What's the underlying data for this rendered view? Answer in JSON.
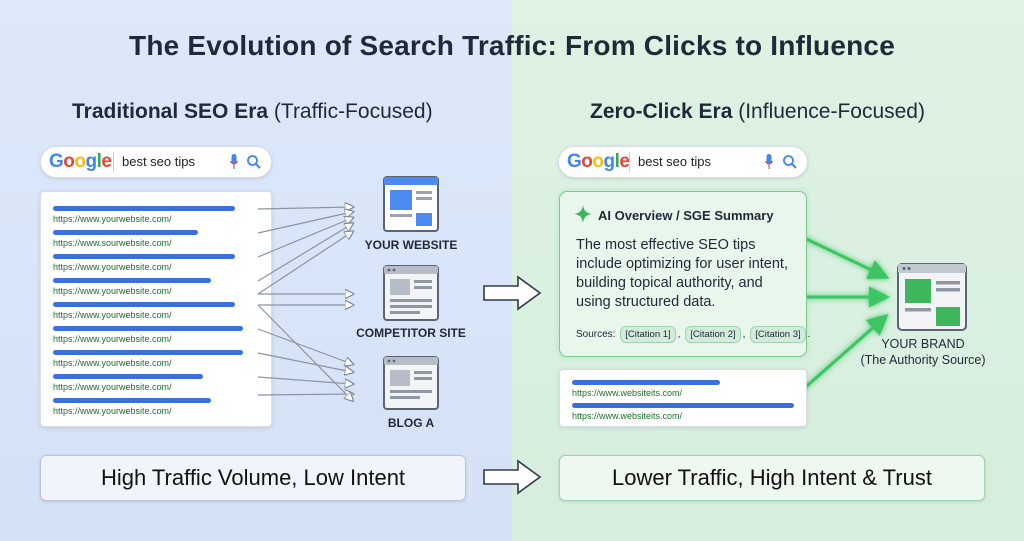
{
  "title": "The Evolution of Search Traffic: From Clicks to Influence",
  "left": {
    "era_bold": "Traditional SEO Era",
    "era_rest": " (Traffic-Focused)",
    "search_query": "best seo tips",
    "results": [
      "https://www.yourwebsite.com/",
      "https://www.sourwebsite.com/",
      "https://www.yourwebsite.com/",
      "https://www.yourwebsite.com/",
      "https://www.yourwebsite.com/",
      "https://www.yourwebsite.com/",
      "https://www.yourwebsite.com/",
      "https://www.yourwebsite.com/",
      "https://www.yourwebsite.com/"
    ],
    "sites": [
      "YOUR WEBSITE",
      "COMPETITOR SITE",
      "BLOG A"
    ],
    "bottom": "High Traffic Volume, Low Intent"
  },
  "right": {
    "era_bold": "Zero-Click Era",
    "era_rest": " (Influence-Focused)",
    "search_query": "best seo tips",
    "ai_title": "AI Overview / SGE Summary",
    "ai_text": "The most effective SEO tips include optimizing for user intent, building topical authority, and using structured data.",
    "sources_label": "Sources:",
    "citations": [
      "[Citation 1]",
      "[Citation 2]",
      "[Citation 3]"
    ],
    "results": [
      "https://www.websiteits.com/",
      "https://www.websiteits.com/"
    ],
    "brand_line1": "YOUR BRAND",
    "brand_line2": "(The Authority Source)",
    "bottom": "Lower Traffic, High Intent & Trust"
  },
  "colors": {
    "left_bg": "#dde8fa",
    "right_bg": "#dff2e4",
    "link_bar": "#3b6fe0",
    "url_green": "#1e6e2e",
    "accent_green": "#3cc463"
  }
}
